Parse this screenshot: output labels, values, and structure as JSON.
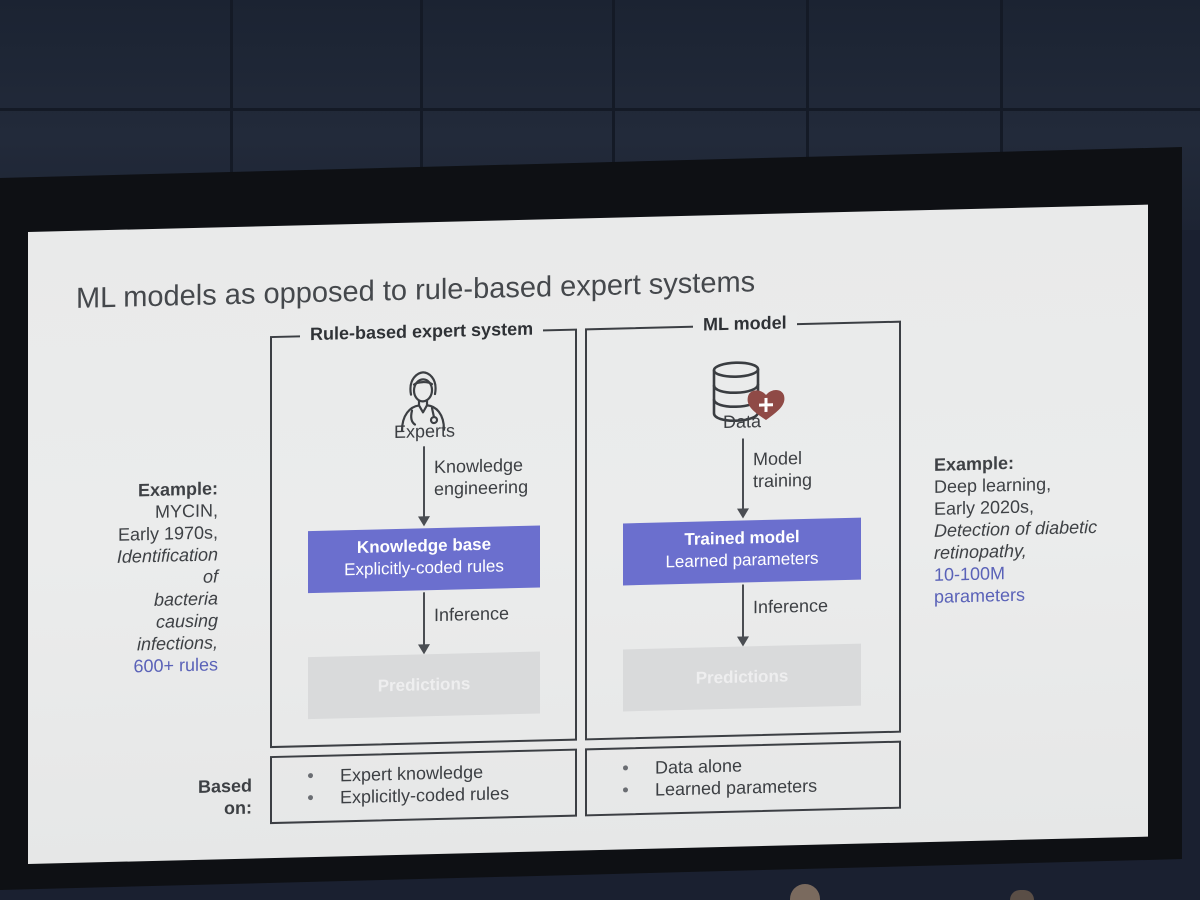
{
  "slide": {
    "title": "ML models as opposed to rule-based expert systems"
  },
  "left_panel": {
    "title": "Rule-based expert system",
    "source_icon": "doctor-icon",
    "source_label": "Experts",
    "step1": [
      "Knowledge",
      "engineering"
    ],
    "box_title": "Knowledge base",
    "box_subtitle": "Explicitly-coded rules",
    "step2": "Inference",
    "output": "Predictions"
  },
  "right_panel": {
    "title": "ML model",
    "source_icon": "medical-database-icon",
    "source_label": "Data",
    "step1": [
      "Model",
      "training"
    ],
    "box_title": "Trained model",
    "box_subtitle": "Learned parameters",
    "step2": "Inference",
    "output": "Predictions"
  },
  "left_example": {
    "heading": "Example:",
    "lines": [
      "MYCIN,",
      "Early 1970s,"
    ],
    "italic_lines": [
      "Identification of",
      "bacteria causing",
      "infections,"
    ],
    "highlight": "600+ rules"
  },
  "right_example": {
    "heading": "Example:",
    "lines": [
      "Deep learning,",
      "Early 2020s,"
    ],
    "italic_lines": [
      "Detection of diabetic",
      "retinopathy,"
    ],
    "highlight_lines": [
      "10-100M",
      "parameters"
    ]
  },
  "based_on": {
    "label_lines": [
      "Based",
      "on:"
    ],
    "left": [
      "Expert knowledge",
      "Explicitly-coded rules"
    ],
    "right": [
      "Data alone",
      "Learned parameters"
    ]
  },
  "colors": {
    "box": "#6b6fce",
    "highlight_text": "#5a62b8",
    "predictions_box": "#d9dadb"
  }
}
